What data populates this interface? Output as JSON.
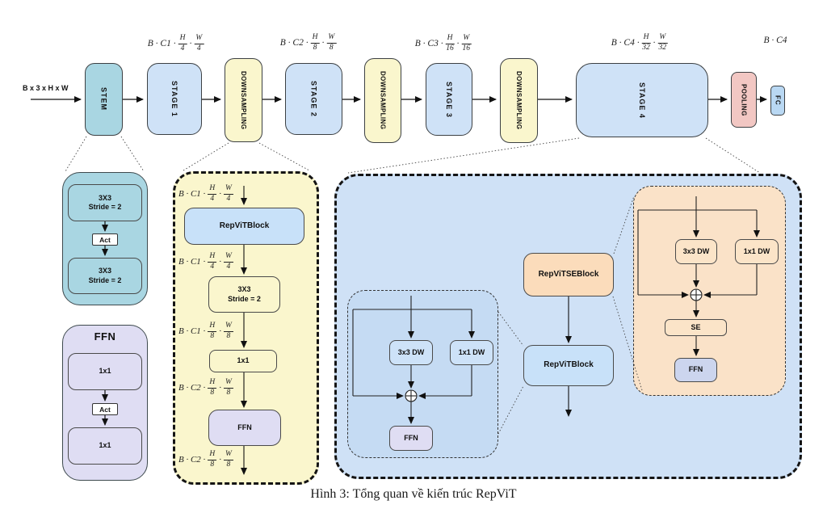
{
  "caption": "Hình 3: Tổng quan về kiến trúc RepViT",
  "input_label": "B x 3 x H x W",
  "colors": {
    "stem_teal": "#a9d6e2",
    "stage_blue": "#cfe2f7",
    "downsampling_yellow": "#faf6cd",
    "pooling_pink": "#f2c7c3",
    "fc_blue": "#b9d8f3",
    "lavender_ffn": "#dfddf3",
    "repvit_block_blue": "#c8e1f9",
    "stage4_panel_blue": "#cfe1f6",
    "repvit_expand_blue": "#c5dbf3",
    "dw_box_blue": "#cde2f8",
    "se_panel_orange": "#fae2c8",
    "se_block_orange": "#fbdcbb",
    "orange_inner": "#fbe4c8",
    "ffn_blue_gray": "#ccd5ee"
  },
  "pipeline": {
    "stem": "STEM",
    "stage1": "STAGE 1",
    "downsampling": "DOWNSAMPLING",
    "stage2": "STAGE 2",
    "stage3": "STAGE 3",
    "stage4": "STAGE 4",
    "pooling": "POOLING",
    "fc": "FC"
  },
  "top_dims": [
    {
      "pre": "B · C1 ·",
      "n1": "H",
      "d1": "4",
      "dot": "·",
      "n2": "W",
      "d2": "4"
    },
    {
      "pre": "B · C2 ·",
      "n1": "H",
      "d1": "8",
      "dot": "·",
      "n2": "W",
      "d2": "8"
    },
    {
      "pre": "B · C3 ·",
      "n1": "H",
      "d1": "16",
      "dot": "·",
      "n2": "W",
      "d2": "16"
    },
    {
      "pre": "B · C4 ·",
      "n1": "H",
      "d1": "32",
      "dot": "·",
      "n2": "W",
      "d2": "32"
    }
  ],
  "final_dim": "B · C4",
  "stem_detail": {
    "conv1_l1": "3X3",
    "conv1_l2": "Stride = 2",
    "act": "Act",
    "conv2_l1": "3X3",
    "conv2_l2": "Stride = 2"
  },
  "ffn_detail": {
    "title": "FFN",
    "conv1": "1x1",
    "act": "Act",
    "conv2": "1x1"
  },
  "downsampling_detail": {
    "repvit_block": "RepViTBlock",
    "conv_l1": "3X3",
    "conv_l2": "Stride = 2",
    "conv1x1": "1x1",
    "ffn": "FFN",
    "labels": [
      {
        "pre": "B · C1 ·",
        "n1": "H",
        "d1": "4",
        "dot": "·",
        "n2": "W",
        "d2": "4"
      },
      {
        "pre": "B · C1 ·",
        "n1": "H",
        "d1": "4",
        "dot": "·",
        "n2": "W",
        "d2": "4"
      },
      {
        "pre": "B · C1 ·",
        "n1": "H",
        "d1": "8",
        "dot": "·",
        "n2": "W",
        "d2": "8"
      },
      {
        "pre": "B · C2 ·",
        "n1": "H",
        "d1": "8",
        "dot": "·",
        "n2": "W",
        "d2": "8"
      },
      {
        "pre": "B · C2 ·",
        "n1": "H",
        "d1": "8",
        "dot": "·",
        "n2": "W",
        "d2": "8"
      }
    ]
  },
  "stage4_detail": {
    "se_block": "RepViTSEBlock",
    "repvit_block": "RepViTBlock",
    "repvit_expand": {
      "dw3x3": "3x3 DW",
      "dw1x1": "1x1 DW",
      "ffn": "FFN"
    },
    "se_expand": {
      "dw3x3": "3x3 DW",
      "dw1x1": "1x1 DW",
      "se": "SE",
      "ffn": "FFN"
    }
  }
}
